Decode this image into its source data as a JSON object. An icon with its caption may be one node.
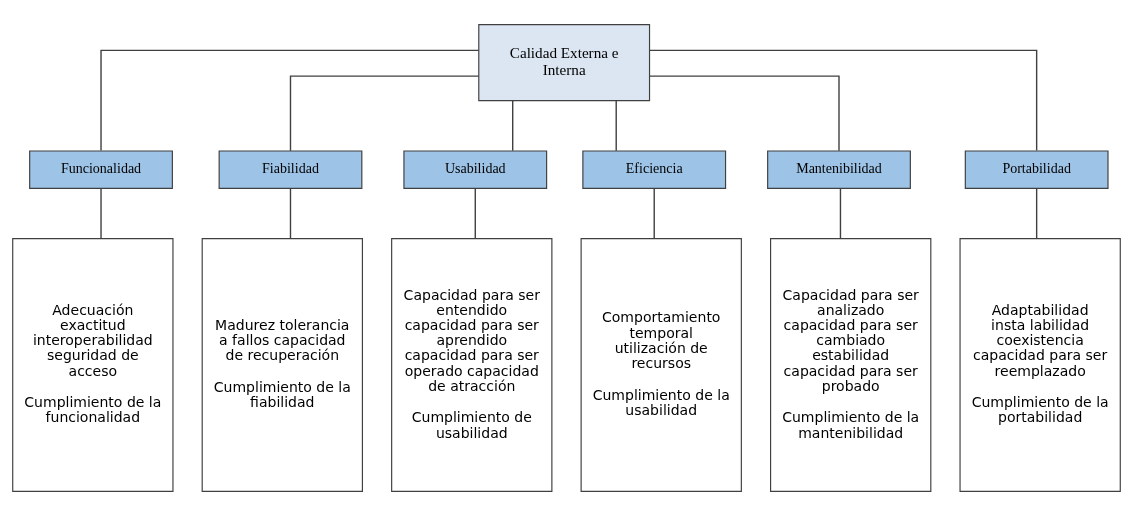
{
  "diagram": {
    "nodes": [
      {
        "text": [
          "Calidad Externa e Interna"
        ]
      },
      {
        "text": [
          "Funcionalidad"
        ]
      },
      {
        "text": [
          "Fiabilidad"
        ]
      },
      {
        "text": [
          "Usabilidad"
        ]
      },
      {
        "text": [
          "Eficiencia"
        ]
      },
      {
        "text": [
          "Mantenibilidad"
        ]
      },
      {
        "text": [
          "Portabilidad"
        ]
      },
      {
        "text": [
          "Adecuación exactitud interoperabilidad seguridad de acceso",
          "Cumplimiento de la funcionalidad"
        ]
      },
      {
        "text": [
          "Madurez tolerancia a fallos capacidad de recuperación",
          "Cumplimiento de la fiabilidad"
        ]
      },
      {
        "text": [
          "Capacidad para ser entendido capacidad para ser aprendido capacidad para ser operado capacidad de atracción",
          "Cumplimiento de usabilidad"
        ]
      },
      {
        "text": [
          "Comportamiento temporal utilización de recursos",
          "Cumplimiento de la usabilidad"
        ]
      },
      {
        "text": [
          "Capacidad para ser analizado capacidad para ser cambiado estabilidad capacidad para ser probado",
          "Cumplimiento de la mantenibilidad"
        ]
      },
      {
        "text": [
          "Adaptabilidad insta labilidad coexistencia capacidad para ser reemplazado",
          "Cumplimiento de la portabilidad"
        ]
      }
    ],
    "edges": [
      {
        "from": 0,
        "to": 1,
        "arrow": "none"
      },
      {
        "from": 0,
        "to": 2,
        "arrow": "none"
      },
      {
        "from": 0,
        "to": 3,
        "arrow": "none"
      },
      {
        "from": 0,
        "to": 4,
        "arrow": "none"
      },
      {
        "from": 0,
        "to": 5,
        "arrow": "none"
      },
      {
        "from": 0,
        "to": 6,
        "arrow": "none"
      },
      {
        "from": 1,
        "to": 7,
        "arrow": "none"
      },
      {
        "from": 2,
        "to": 8,
        "arrow": "none"
      },
      {
        "from": 3,
        "to": 9,
        "arrow": "none"
      },
      {
        "from": 4,
        "to": 10,
        "arrow": "none"
      },
      {
        "from": 5,
        "to": 11,
        "arrow": "none"
      },
      {
        "from": 6,
        "to": 12,
        "arrow": "none"
      }
    ]
  }
}
